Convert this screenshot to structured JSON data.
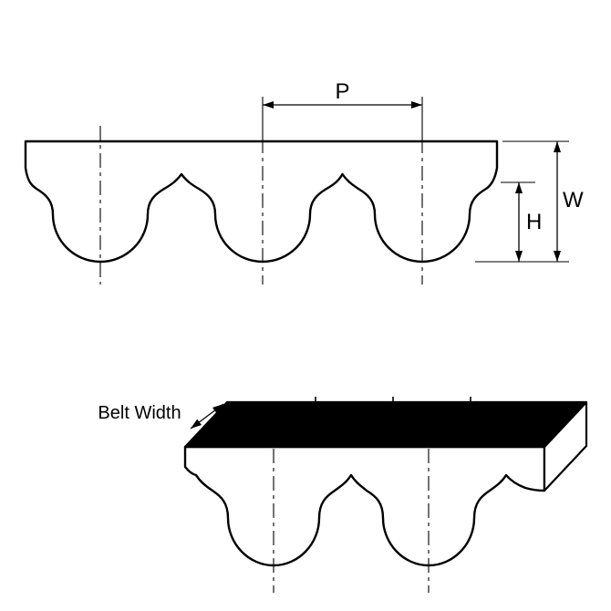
{
  "labels": {
    "pitch": "P",
    "overall_thickness": "W",
    "tooth_height": "H",
    "belt_width": "Belt Width"
  },
  "colors": {
    "line": "#000000",
    "belt_fill": "#ffffff",
    "belt_top_face": "#000000",
    "background": "#ffffff"
  }
}
